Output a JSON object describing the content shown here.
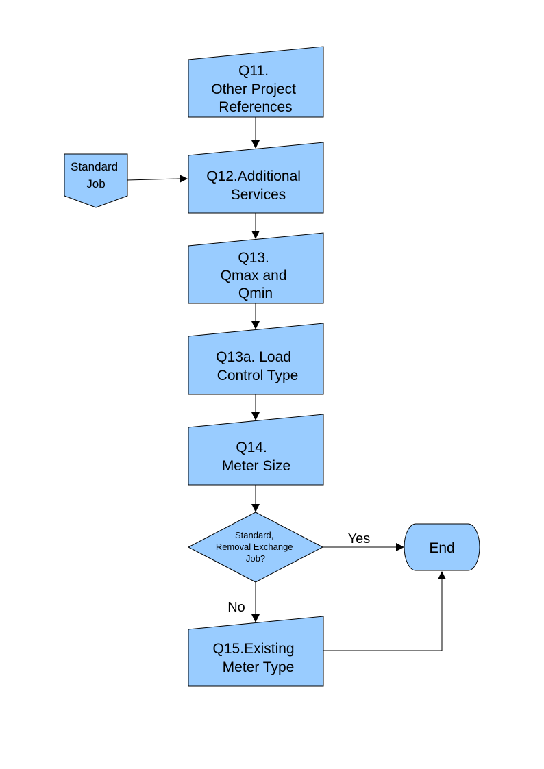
{
  "diagram": {
    "colors": {
      "fill": "#99ccff",
      "stroke": "#000000",
      "background": "#ffffff"
    },
    "nodes": {
      "q11": {
        "shape": "manual-input",
        "lines": [
          "Q11.",
          "Other Project",
          "References"
        ]
      },
      "q12": {
        "shape": "manual-input",
        "lines": [
          "Q12.Additional",
          "Services"
        ]
      },
      "q13": {
        "shape": "manual-input",
        "lines": [
          "Q13.",
          "Qmax and",
          "Qmin"
        ]
      },
      "q13a": {
        "shape": "manual-input",
        "lines": [
          "Q13a. Load",
          "Control Type"
        ]
      },
      "q14": {
        "shape": "manual-input",
        "lines": [
          "Q14.",
          "Meter Size"
        ]
      },
      "decision": {
        "shape": "decision",
        "lines": [
          "Standard,",
          "Removal Exchange",
          "Job?"
        ]
      },
      "q15": {
        "shape": "manual-input",
        "lines": [
          "Q15.Existing",
          "Meter Type"
        ]
      },
      "standard_job": {
        "shape": "off-page-connector",
        "lines": [
          "Standard",
          "Job"
        ]
      },
      "end": {
        "shape": "terminator",
        "lines": [
          "End"
        ]
      }
    },
    "edges": {
      "yes_label": "Yes",
      "no_label": "No"
    }
  }
}
